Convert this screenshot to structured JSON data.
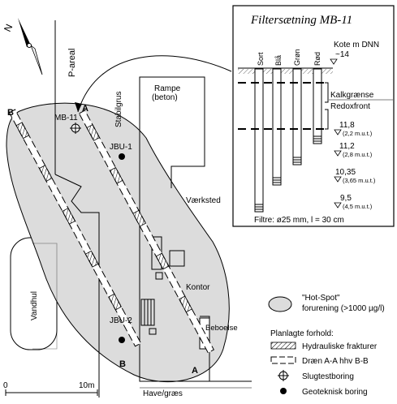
{
  "north_label": "N",
  "map": {
    "p_areal": "P-areal",
    "stabilgrus": "Stabilgrus",
    "rampe_line1": "Rampe",
    "rampe_line2": "(beton)",
    "vaerksted": "Værksted",
    "kontor": "Kontor",
    "beboelse": "Beboelse",
    "vandhul": "Vandhul",
    "have_graes": "Have/græs",
    "section_b": "B",
    "section_a": "A",
    "mb11": "MB-11",
    "jbu1": "JBU-1",
    "jbu2": "JBU-2"
  },
  "scale": {
    "zero": "0",
    "ten": "10m"
  },
  "inset": {
    "title": "Filtersætning MB-11",
    "kote_label": "Kote m DNN",
    "kote_value": "~14",
    "tubes": [
      "Sort",
      "Blå",
      "Grøn",
      "Rød"
    ],
    "kalkgraense": "Kalkgrænse",
    "redoxfront": "Redoxfront",
    "levels": [
      {
        "value": "11,8",
        "depth": "(2,2 m.u.t.)"
      },
      {
        "value": "11,2",
        "depth": "(2,8 m.u.t.)"
      },
      {
        "value": "10,35",
        "depth": "(3,65 m.u.t.)"
      },
      {
        "value": "9,5",
        "depth": "(4,5 m.u.t.)"
      }
    ],
    "footer": "Filtre: ø25 mm, l = 30 cm"
  },
  "legend": {
    "hotspot_line1": "\"Hot-Spot\"",
    "hotspot_line2": "forurening (>1000 µg/l)",
    "planned_title": "Planlagte forhold:",
    "fractures": "Hydrauliske frakturer",
    "drains": "Dræn A-A hhv B-B",
    "slugtest": "Slugtestboring",
    "geotech": "Geoteknisk boring"
  }
}
